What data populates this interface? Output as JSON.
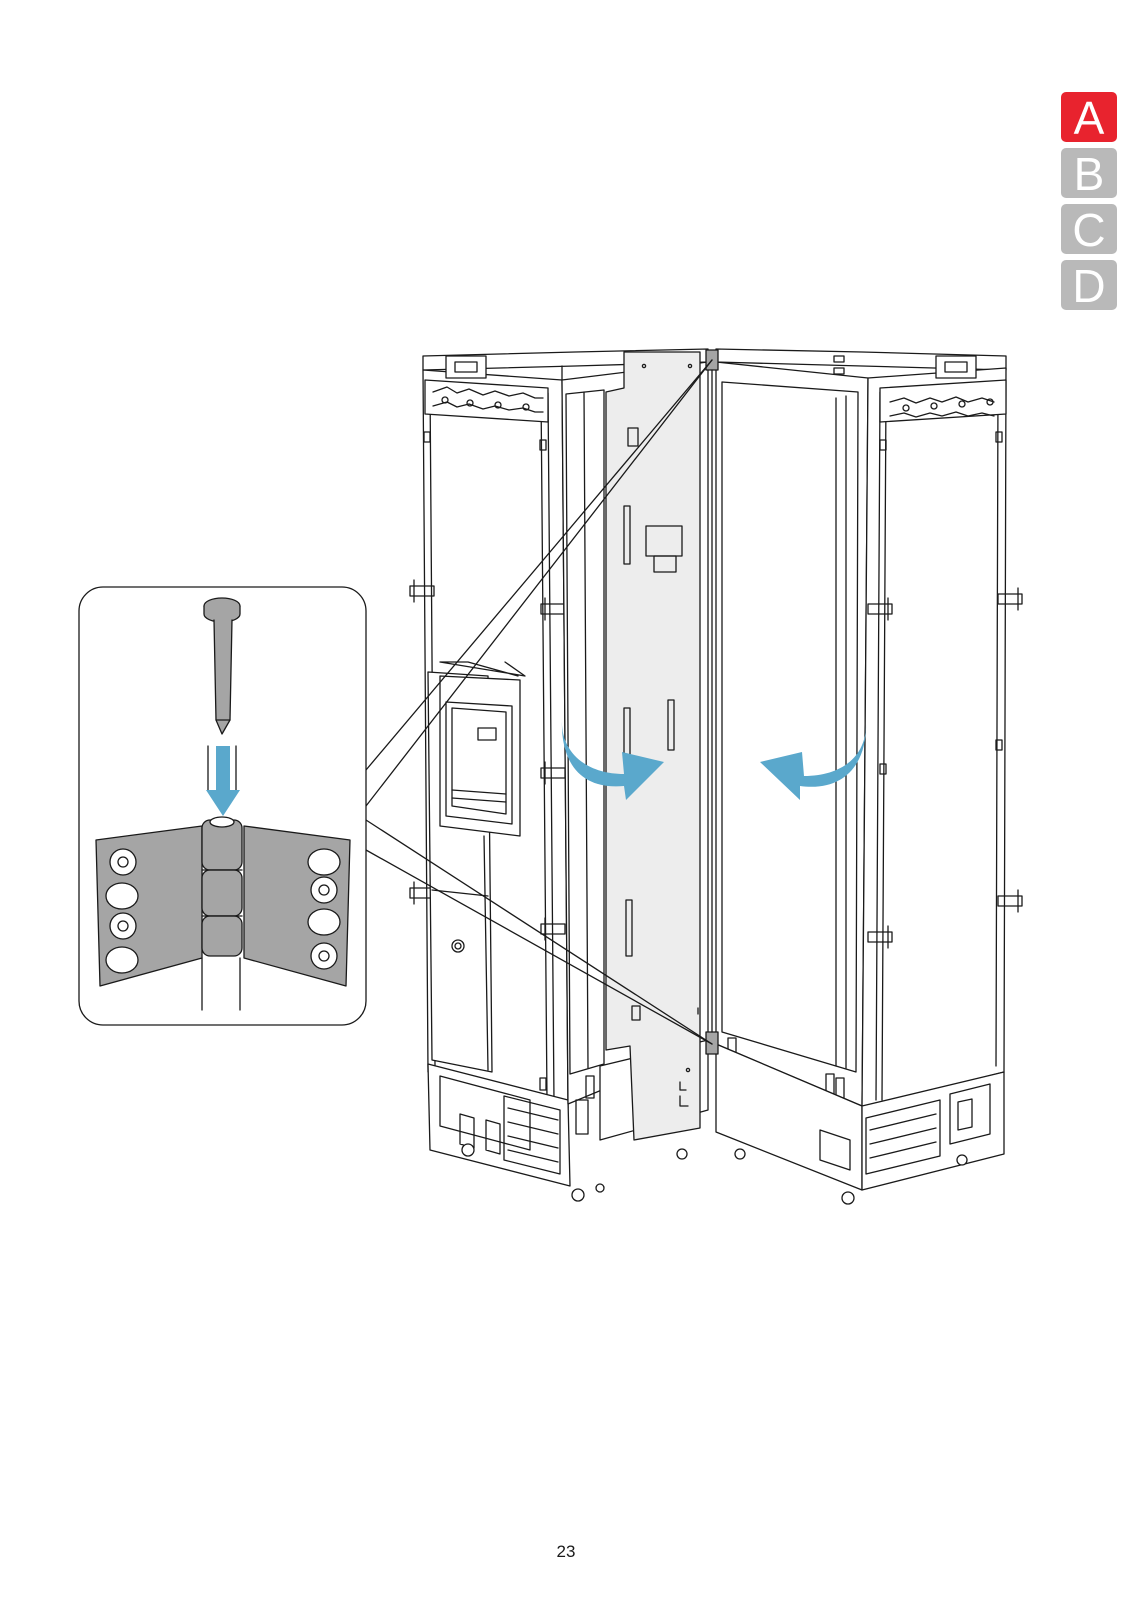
{
  "section_tabs": [
    {
      "label": "A",
      "active": true,
      "color": "#e8232e"
    },
    {
      "label": "B",
      "active": false,
      "color": "#b9b9b9"
    },
    {
      "label": "C",
      "active": false,
      "color": "#b9b9b9"
    },
    {
      "label": "D",
      "active": false,
      "color": "#b9b9b9"
    }
  ],
  "page_number": "23",
  "colors": {
    "arrow": "#5aa8cc",
    "panel_fill": "#ededed",
    "hinge_fill": "#a5a5a5",
    "line": "#1a1a1a"
  }
}
